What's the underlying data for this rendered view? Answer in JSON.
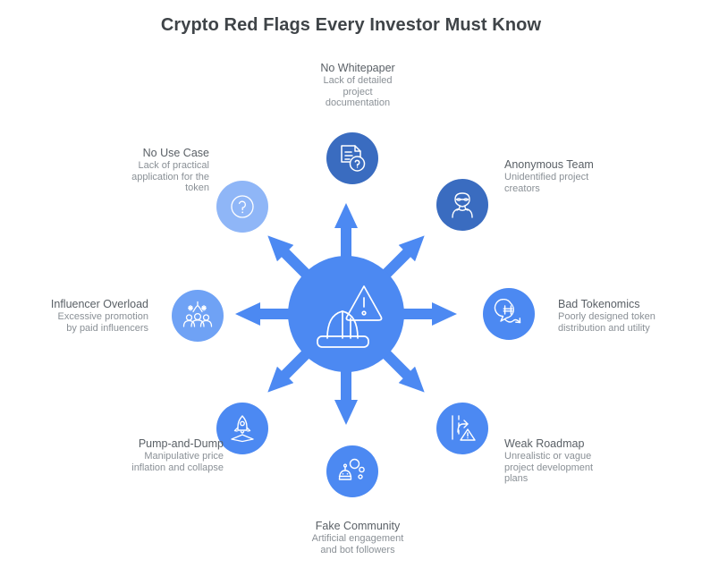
{
  "page": {
    "title": "Crypto Red Flags Every Investor Must Know",
    "background": "#ffffff"
  },
  "colors": {
    "hub_blue": "#4c89f2",
    "node_dark_blue": "#3a6cc0",
    "node_mid_blue": "#4c89f2",
    "node_light_blue": "#8fb6f7",
    "arrow_blue": "#4c89f2",
    "title_text": "#3f4448",
    "label_title_text": "#5a6066",
    "label_desc_text": "#8a9096"
  },
  "hub": {
    "icon": "warning-hardhat-icon"
  },
  "chart_data": {
    "type": "diagram",
    "layout": "radial-hub-and-spoke",
    "title": "Crypto Red Flags Every Investor Must Know",
    "hub": {
      "icon": "warning-hardhat-icon",
      "label": ""
    },
    "spoke_count": 8,
    "nodes": [
      {
        "id": "no-whitepaper",
        "title": "No Whitepaper",
        "description": "Lack of detailed project documentation",
        "icon": "document-question-icon",
        "direction": "north",
        "angle_deg": 270,
        "color": "#3a6cc0"
      },
      {
        "id": "anonymous-team",
        "title": "Anonymous Team",
        "description": "Unidentified project creators",
        "icon": "masked-person-icon",
        "direction": "northeast",
        "angle_deg": 315,
        "color": "#3a6cc0"
      },
      {
        "id": "bad-tokenomics",
        "title": "Bad Tokenomics",
        "description": "Poorly designed token distribution and utility",
        "icon": "currency-down-arrow-icon",
        "direction": "east",
        "angle_deg": 0,
        "color": "#4c89f2"
      },
      {
        "id": "weak-roadmap",
        "title": "Weak Roadmap",
        "description": "Unrealistic or vague project development plans",
        "icon": "roadmap-warning-icon",
        "direction": "southeast",
        "angle_deg": 45,
        "color": "#4c89f2"
      },
      {
        "id": "fake-community",
        "title": "Fake Community",
        "description": "Artificial engagement and bot followers",
        "icon": "bot-bubbles-icon",
        "direction": "south",
        "angle_deg": 90,
        "color": "#4c89f2"
      },
      {
        "id": "pump-and-dump",
        "title": "Pump-and-Dump",
        "description": "Manipulative price inflation and collapse",
        "icon": "rocket-launch-icon",
        "direction": "southwest",
        "angle_deg": 135,
        "color": "#4c89f2"
      },
      {
        "id": "influencer-overload",
        "title": "Influencer Overload",
        "description": "Excessive promotion by paid influencers",
        "icon": "crowd-sparkle-icon",
        "direction": "west",
        "angle_deg": 180,
        "color": "#6fa2f5"
      },
      {
        "id": "no-use-case",
        "title": "No Use Case",
        "description": "Lack of practical application for the token",
        "icon": "question-circle-icon",
        "direction": "northwest",
        "angle_deg": 225,
        "color": "#8fb6f7"
      }
    ]
  },
  "labels": {
    "no_whitepaper": {
      "title": "No Whitepaper",
      "line1": "Lack of detailed",
      "line2": "project",
      "line3": "documentation"
    },
    "no_use_case": {
      "title": "No Use Case",
      "line1": "Lack of practical",
      "line2": "application for the",
      "line3": "token"
    },
    "anonymous_team": {
      "title": "Anonymous Team",
      "line1": "Unidentified project",
      "line2": "creators"
    },
    "influencer_overload": {
      "title": "Influencer Overload",
      "line1": "Excessive promotion",
      "line2": "by paid influencers"
    },
    "bad_tokenomics": {
      "title": "Bad Tokenomics",
      "line1": "Poorly designed token",
      "line2": "distribution and utility"
    },
    "pump_and_dump": {
      "title": "Pump-and-Dump",
      "line1": "Manipulative price",
      "line2": "inflation and collapse"
    },
    "weak_roadmap": {
      "title": "Weak Roadmap",
      "line1": "Unrealistic or vague",
      "line2": "project development",
      "line3": "plans"
    },
    "fake_community": {
      "title": "Fake Community",
      "line1": "Artificial engagement",
      "line2": "and bot followers"
    }
  }
}
